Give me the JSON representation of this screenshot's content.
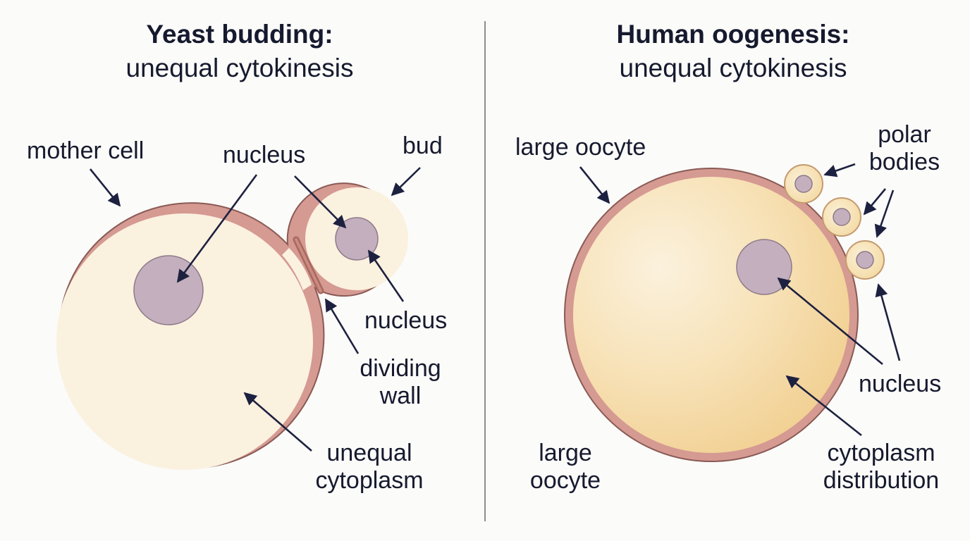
{
  "left_panel": {
    "title": "Yeast budding:",
    "subtitle": "unequal cytokinesis",
    "labels": {
      "mother_cell": "mother cell",
      "nucleus_mother": "nucleus",
      "bud": "bud",
      "nucleus_bud": "nucleus",
      "dividing_wall": "dividing\nwall",
      "unequal_cytoplasm": "unequal\ncytoplasm"
    }
  },
  "right_panel": {
    "title": "Human oogenesis:",
    "subtitle": "unequal cytokinesis",
    "labels": {
      "large_oocyte_top": "large oocyte",
      "polar_bodies": "polar\nbodies",
      "nucleus": "nucleus",
      "large_oocyte_bottom": "large\noocyte",
      "cytoplasm_distribution": "cytoplasm\ndistribution"
    }
  },
  "colors": {
    "background": "#fbfbf9",
    "membrane": "#d59a92",
    "membrane_outline": "#8a5a55",
    "cytoplasm_yeast": "#fbf1df",
    "cytoplasm_oocyte": "#f6dba6",
    "nucleus": "#c3afbd",
    "arrow": "#1d2140",
    "divider": "#8c8c8c"
  }
}
